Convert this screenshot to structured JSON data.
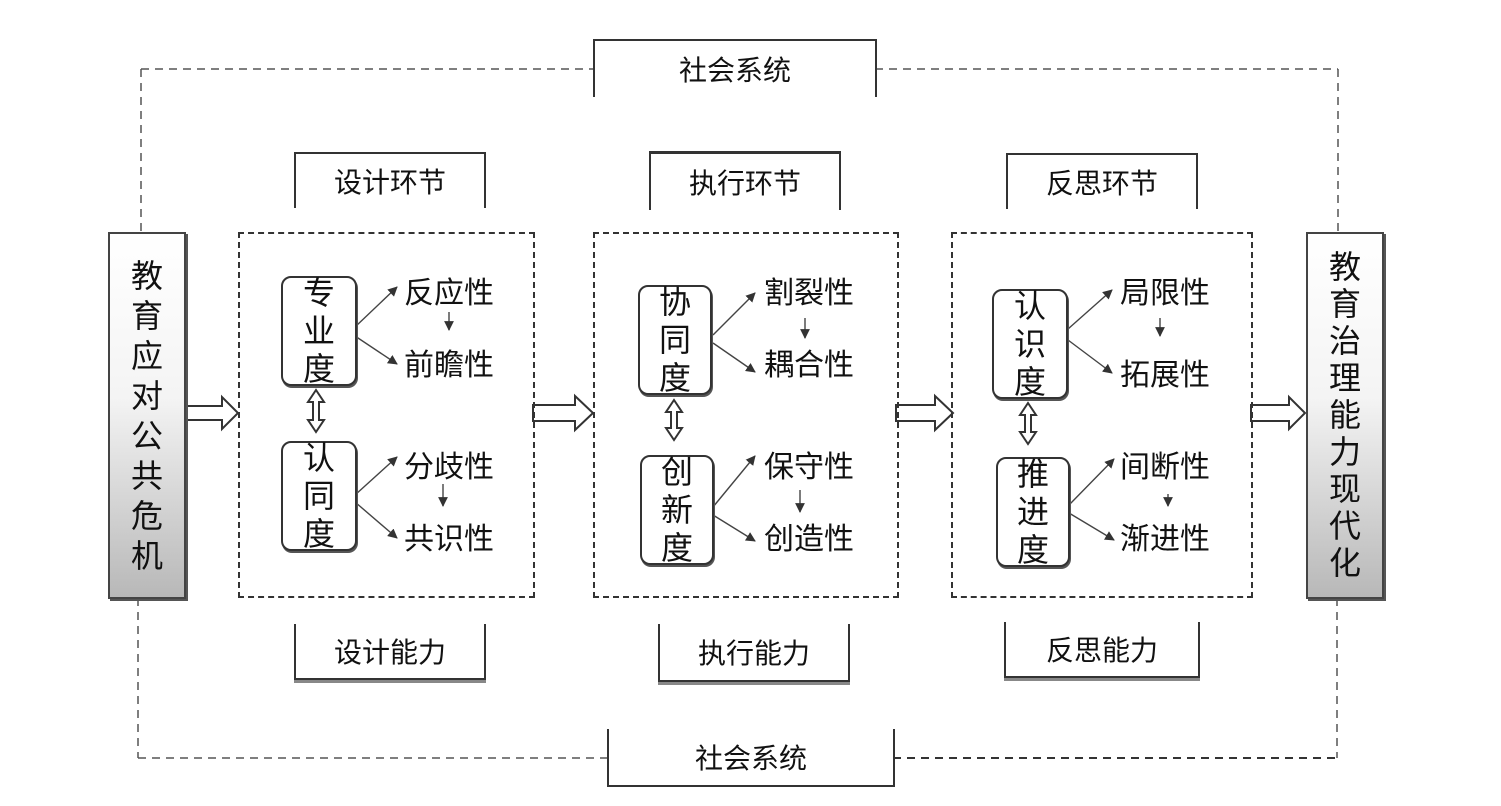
{
  "social_system": {
    "top_label": "社会系统",
    "bottom_label": "社会系统"
  },
  "input": {
    "label": "教育应对公共危机",
    "chars": [
      "教",
      "育",
      "应",
      "对",
      "公",
      "共",
      "危",
      "机"
    ]
  },
  "output": {
    "label": "教育治理能力现代化",
    "chars": [
      "教",
      "育",
      "治",
      "理",
      "能",
      "力",
      "现",
      "代",
      "化"
    ]
  },
  "stages": [
    {
      "stage_label": "设计环节",
      "capability_label": "设计能力",
      "upper": {
        "dimension": [
          "专",
          "业",
          "度"
        ],
        "from": "反应性",
        "to": "前瞻性"
      },
      "lower": {
        "dimension": [
          "认",
          "同",
          "度"
        ],
        "from": "分歧性",
        "to": "共识性"
      }
    },
    {
      "stage_label": "执行环节",
      "capability_label": "执行能力",
      "upper": {
        "dimension": [
          "协",
          "同",
          "度"
        ],
        "from": "割裂性",
        "to": "耦合性"
      },
      "lower": {
        "dimension": [
          "创",
          "新",
          "度"
        ],
        "from": "保守性",
        "to": "创造性"
      }
    },
    {
      "stage_label": "反思环节",
      "capability_label": "反思能力",
      "upper": {
        "dimension": [
          "认",
          "识",
          "度"
        ],
        "from": "局限性",
        "to": "拓展性"
      },
      "lower": {
        "dimension": [
          "推",
          "进",
          "度"
        ],
        "from": "间断性",
        "to": "渐进性"
      }
    }
  ]
}
